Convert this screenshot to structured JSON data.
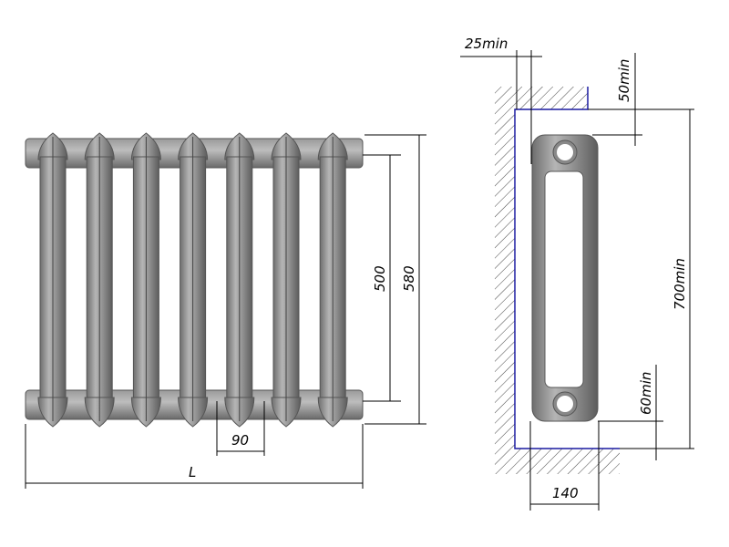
{
  "drawing": {
    "front_view": {
      "section_count": 7,
      "dimensions": {
        "center_distance": "500",
        "height": "580",
        "section_pitch": "90",
        "length": "L"
      }
    },
    "side_view": {
      "dimensions": {
        "wall_gap": "25min",
        "top_gap": "50min",
        "install_height": "700min",
        "floor_gap": "60min",
        "depth": "140"
      }
    },
    "colors": {
      "metal": "#8c8c8c",
      "wall_line": "#1a1aa0",
      "lines": "#000000"
    }
  }
}
